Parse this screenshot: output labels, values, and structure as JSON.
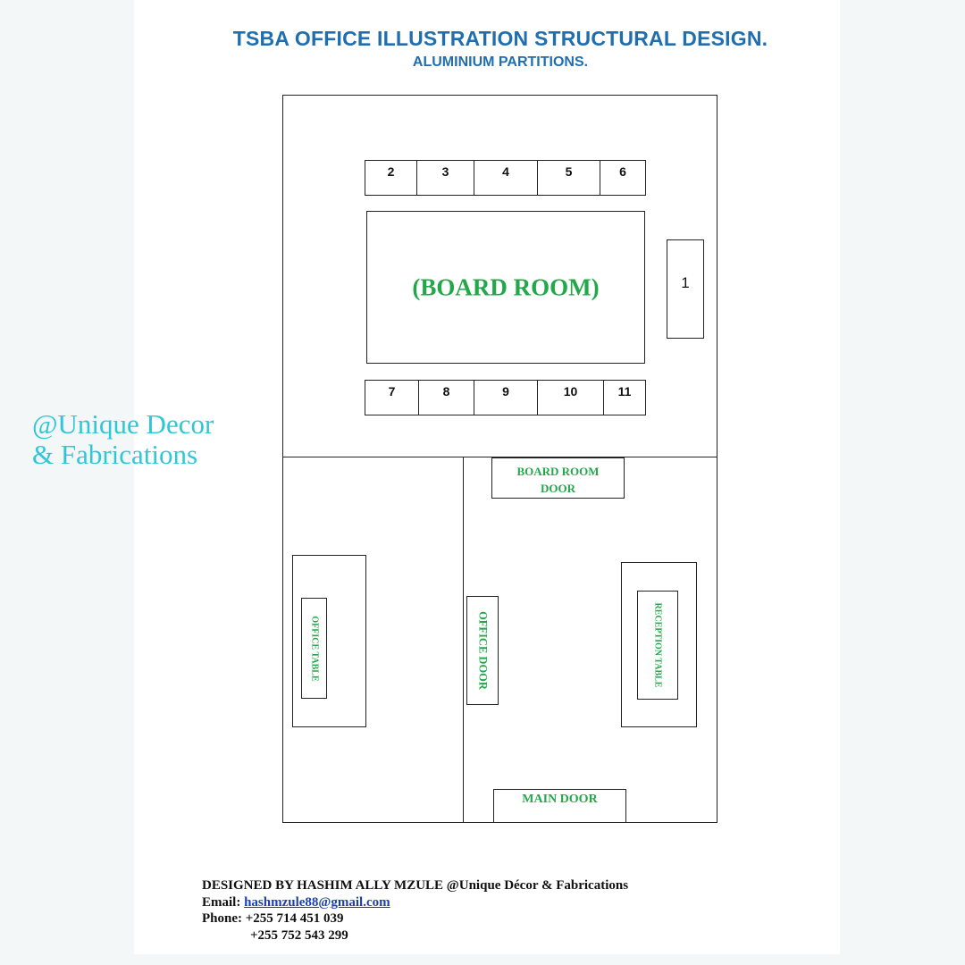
{
  "header": {
    "title": "TSBA OFFICE ILLUSTRATION STRUCTURAL DESIGN.",
    "subtitle": "ALUMINIUM PARTITIONS."
  },
  "watermark": {
    "line1": "@Unique Decor",
    "line2": "& Fabrications"
  },
  "plan": {
    "top_seats": [
      "2",
      "3",
      "4",
      "5",
      "6"
    ],
    "bottom_seats": [
      "7",
      "8",
      "9",
      "10",
      "11"
    ],
    "side_seat": "1",
    "board_room_label": "(BOARD ROOM)",
    "board_room_door_line1": "BOARD ROOM",
    "board_room_door_line2": "DOOR",
    "office_table_label": "OFFICE TABLE",
    "office_door_label": "OFFICE DOOR",
    "reception_table_label": "RECEPTION TABLE",
    "main_door_label": "MAIN DOOR"
  },
  "footer": {
    "designed_by": "DESIGNED BY HASHIM ALLY MZULE @Unique Décor & Fabrications",
    "email_label": "Email:",
    "email": "hashmzule88@gmail.com",
    "phone_label": "Phone:",
    "phone1": "+255 714 451 039",
    "phone2": "+255 752 543 299"
  }
}
